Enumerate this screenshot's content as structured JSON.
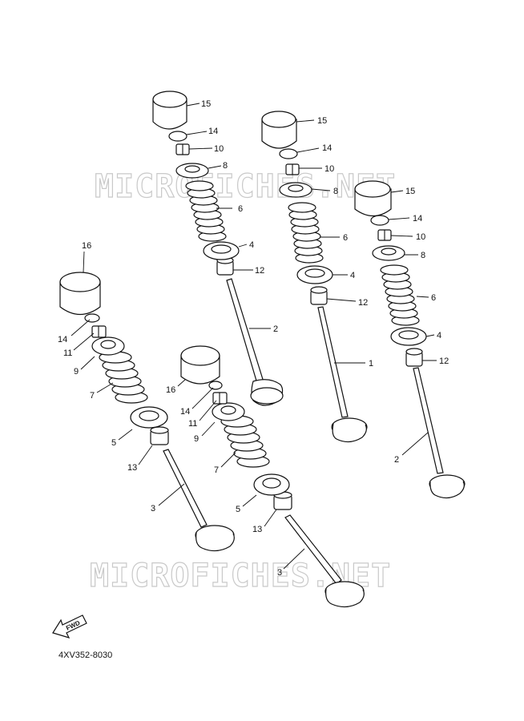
{
  "diagram": {
    "reference_code": "4XV352-8030",
    "watermarks": [
      "MICROFICHES.NET",
      "MICROFICHES.NET"
    ],
    "fwd_label": "FWD",
    "callouts": [
      {
        "id": "c1",
        "label": "15"
      },
      {
        "id": "c2",
        "label": "14"
      },
      {
        "id": "c3",
        "label": "10"
      },
      {
        "id": "c4",
        "label": "8"
      },
      {
        "id": "c5",
        "label": "6"
      },
      {
        "id": "c6",
        "label": "4"
      },
      {
        "id": "c7",
        "label": "12"
      },
      {
        "id": "c8",
        "label": "2"
      },
      {
        "id": "c9",
        "label": "15"
      },
      {
        "id": "c10",
        "label": "14"
      },
      {
        "id": "c11",
        "label": "10"
      },
      {
        "id": "c12",
        "label": "8"
      },
      {
        "id": "c13",
        "label": "6"
      },
      {
        "id": "c14",
        "label": "4"
      },
      {
        "id": "c15",
        "label": "12"
      },
      {
        "id": "c16",
        "label": "1"
      },
      {
        "id": "c17",
        "label": "15"
      },
      {
        "id": "c18",
        "label": "14"
      },
      {
        "id": "c19",
        "label": "10"
      },
      {
        "id": "c20",
        "label": "8"
      },
      {
        "id": "c21",
        "label": "6"
      },
      {
        "id": "c22",
        "label": "4"
      },
      {
        "id": "c23",
        "label": "12"
      },
      {
        "id": "c24",
        "label": "2"
      },
      {
        "id": "c25",
        "label": "16"
      },
      {
        "id": "c26",
        "label": "14"
      },
      {
        "id": "c27",
        "label": "11"
      },
      {
        "id": "c28",
        "label": "9"
      },
      {
        "id": "c29",
        "label": "7"
      },
      {
        "id": "c30",
        "label": "5"
      },
      {
        "id": "c31",
        "label": "13"
      },
      {
        "id": "c32",
        "label": "3"
      },
      {
        "id": "c33",
        "label": "16"
      },
      {
        "id": "c34",
        "label": "14"
      },
      {
        "id": "c35",
        "label": "11"
      },
      {
        "id": "c36",
        "label": "9"
      },
      {
        "id": "c37",
        "label": "7"
      },
      {
        "id": "c38",
        "label": "5"
      },
      {
        "id": "c39",
        "label": "13"
      },
      {
        "id": "c40",
        "label": "3"
      }
    ]
  }
}
